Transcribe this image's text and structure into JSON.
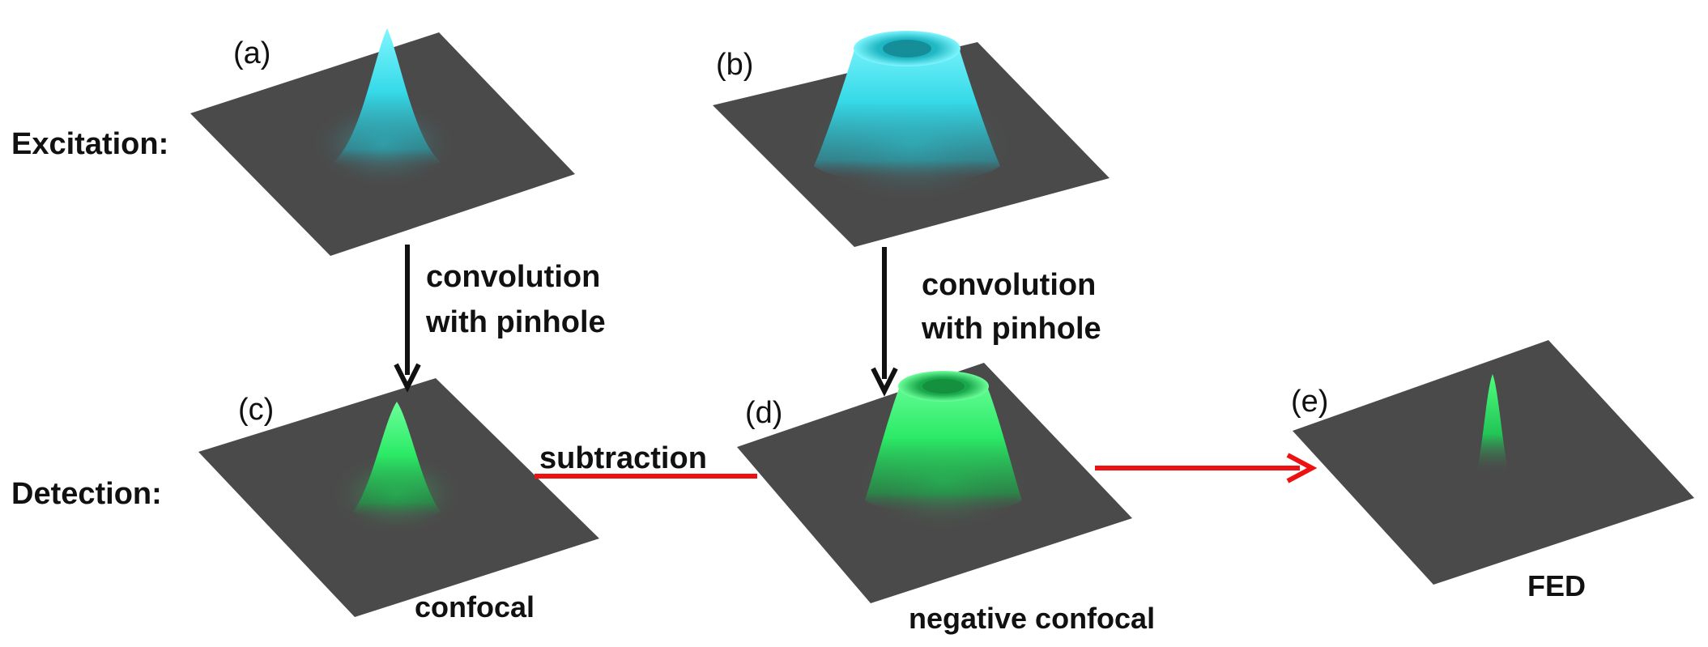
{
  "row_labels": {
    "excitation": "Excitation:",
    "detection": "Detection:"
  },
  "panels": {
    "a": {
      "tag": "(a)"
    },
    "b": {
      "tag": "(b)"
    },
    "c": {
      "tag": "(c)",
      "caption": "confocal"
    },
    "d": {
      "tag": "(d)",
      "caption": "negative confocal"
    },
    "e": {
      "tag": "(e)",
      "caption": "FED"
    }
  },
  "arrows": {
    "conv_left": {
      "line1": "convolution",
      "line2": "with pinhole"
    },
    "conv_right": {
      "line1": "convolution",
      "line2": "with pinhole"
    },
    "subtraction": {
      "label": "subtraction"
    }
  },
  "colors": {
    "plate": "#4a4a4a",
    "excitation": "#35e6f0",
    "detection": "#2ff06a",
    "subtraction_arrow": "#ee1111",
    "convolution_arrow": "#111111"
  }
}
